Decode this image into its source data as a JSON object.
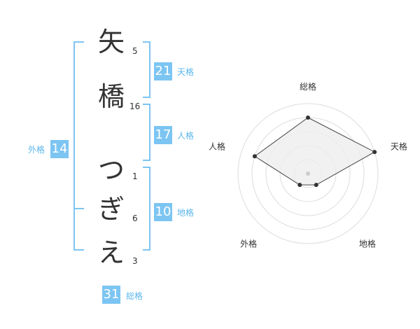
{
  "name": {
    "chars": [
      {
        "char": "矢",
        "strokes": "5"
      },
      {
        "char": "橋",
        "strokes": "16"
      },
      {
        "char": "つ",
        "strokes": "1"
      },
      {
        "char": "ぎ",
        "strokes": "6"
      },
      {
        "char": "え",
        "strokes": "3"
      }
    ]
  },
  "fortunes": {
    "tenkaku": {
      "value": "21",
      "label": "天格"
    },
    "jinkaku": {
      "value": "17",
      "label": "人格"
    },
    "chikaku": {
      "value": "10",
      "label": "地格"
    },
    "gaikaku": {
      "value": "14",
      "label": "外格"
    },
    "soukaku": {
      "value": "31",
      "label": "総格"
    }
  },
  "radar": {
    "axes": [
      "総格",
      "天格",
      "地格",
      "外格",
      "人格"
    ],
    "levels": 5,
    "values": [
      4,
      5,
      1,
      1,
      4
    ],
    "colors": {
      "ring": "#dddddd",
      "fill": "#eeeeee",
      "line": "#444444",
      "point": "#333333",
      "center": "#cccccc"
    }
  },
  "colors": {
    "accent": "#7cc5f2",
    "bracket": "#7cc5f2",
    "text": "#333333"
  }
}
